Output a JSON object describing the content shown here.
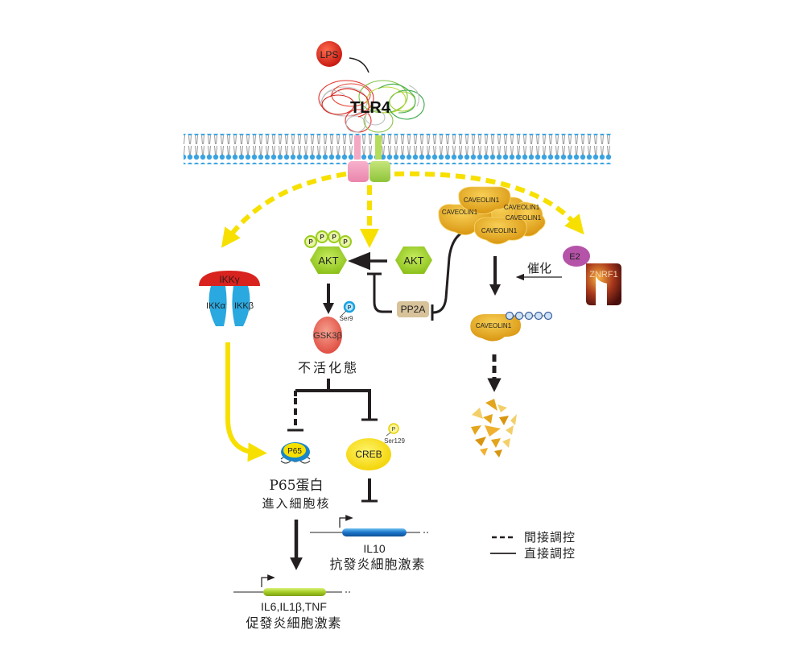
{
  "ligand": {
    "label": "LPS"
  },
  "receptor": {
    "label": "TLR4"
  },
  "ikk_complex": {
    "gamma": "IKKγ",
    "alpha": "IKKα",
    "beta": "IKKβ"
  },
  "akt_phospho": {
    "label": "AKT",
    "phospho_badges": [
      "P",
      "P",
      "P",
      "P"
    ]
  },
  "akt": {
    "label": "AKT"
  },
  "pp2a": {
    "label": "PP2A"
  },
  "gsk3b": {
    "label": "GSK3β",
    "phospho_badge": "P",
    "site": "Ser9",
    "state_label": "不活化態"
  },
  "caveolin_cluster": {
    "labels": [
      "CAVEOLIN1",
      "CAVEOLIN1",
      "CAVEOLIN1",
      "CAVEOLIN1",
      "CAVEOLIN1"
    ]
  },
  "e2_znrf1": {
    "e2_label": "E2",
    "znrf1_label": "ZNRF1",
    "catalysis_label": "催化"
  },
  "caveolin_ub": {
    "label": "CAVEOLIN1",
    "ub_count": 5
  },
  "p65": {
    "label": "P65",
    "caption_line1": "P65蛋白",
    "caption_line2": "進入細胞核"
  },
  "creb": {
    "label": "CREB",
    "phospho_badge": "P",
    "site": "Ser129"
  },
  "gene_il10": {
    "label": "IL10",
    "caption": "抗發炎細胞激素"
  },
  "gene_proinflam": {
    "label": "IL6,IL1β,TNF",
    "caption": "促發炎細胞激素"
  },
  "legend": {
    "items": [
      {
        "style": "dashed",
        "label": "間接調控"
      },
      {
        "style": "solid",
        "label": "直接調控"
      }
    ]
  },
  "colors": {
    "signal_yellow": "#f7e000",
    "akt_green": "#9acd1a",
    "caveolin_gold": "#e3a51c",
    "gsk_red": "#e8665a",
    "lps_red": "#d9251c",
    "ikk_red": "#d8231f",
    "ikk_blue": "#2aa8e0",
    "pp2a_tan": "#d7c29a",
    "e2_purple": "#b553a8",
    "il10_blue": "#1f7ccd",
    "proinflam_green": "#a8cf2a",
    "arrow_dark": "#231f20"
  }
}
